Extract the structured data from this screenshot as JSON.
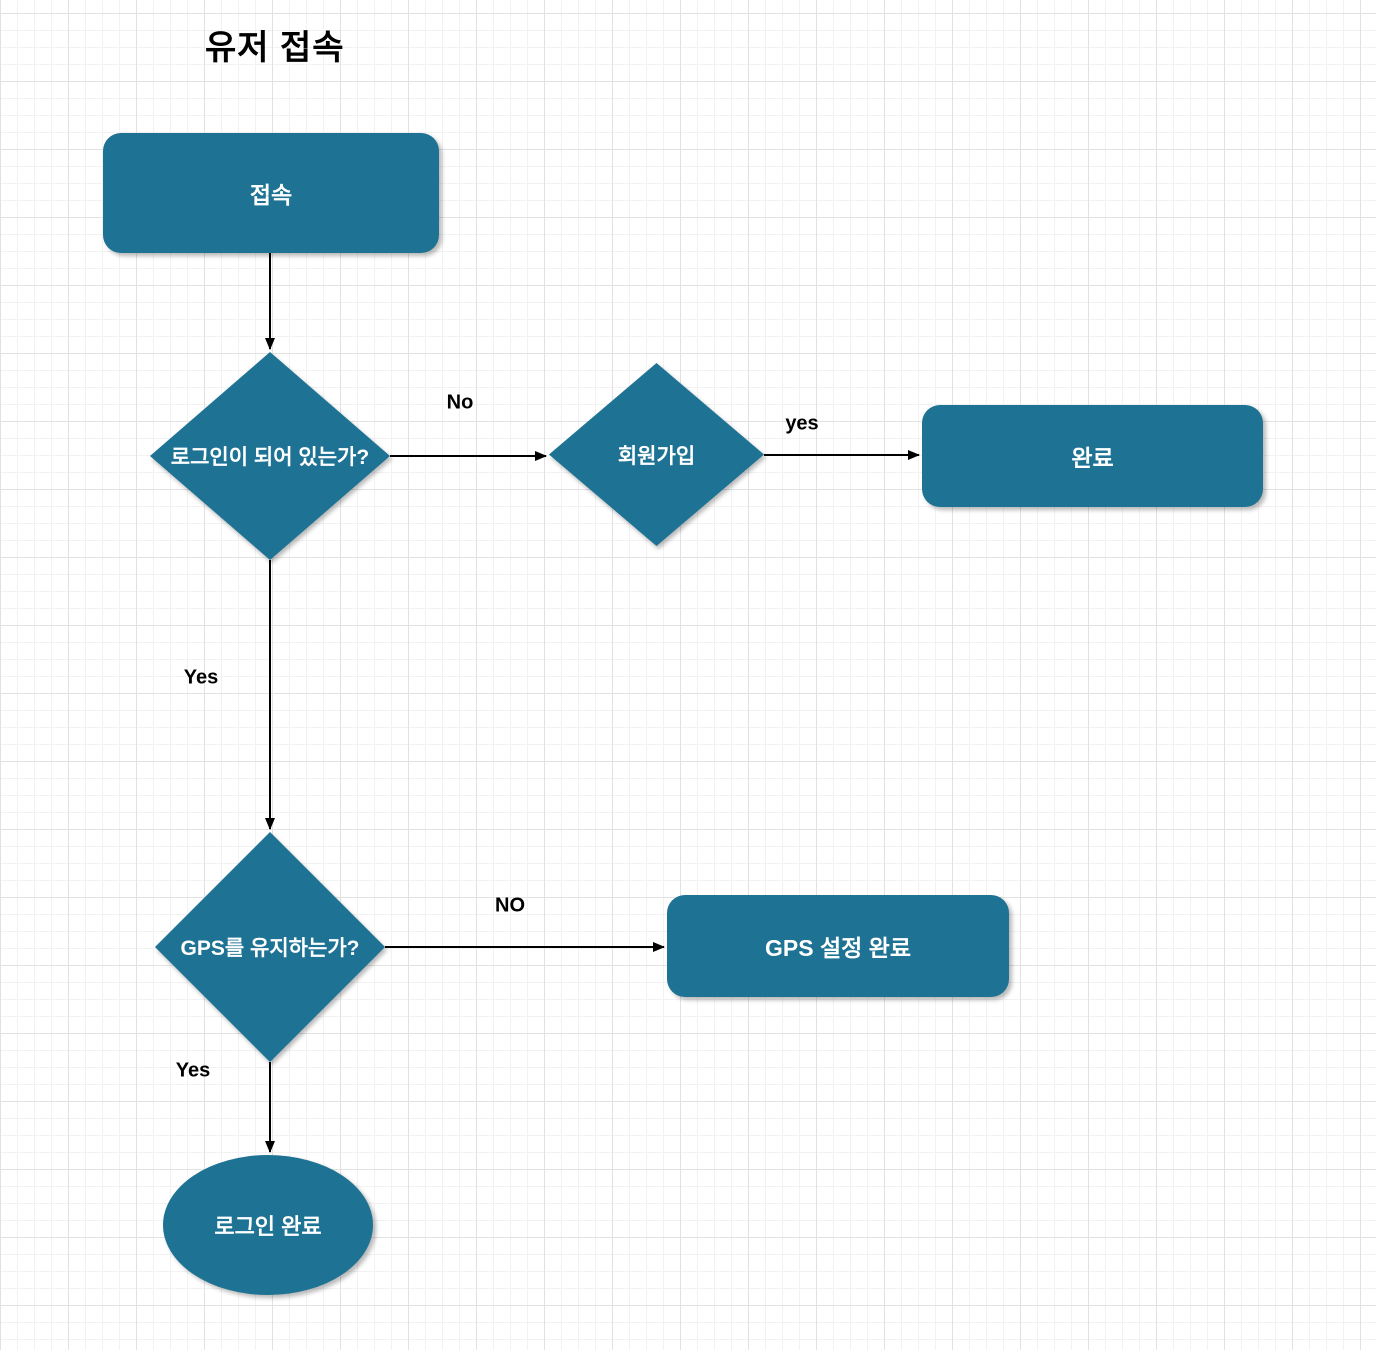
{
  "title": "유저 접속",
  "colors": {
    "shape-fill": "#1e7293",
    "shape-text": "#ffffff",
    "edge-color": "#000000",
    "label-color": "#000000",
    "canvas-bg": "#ffffff",
    "grid-minor": "#f2f2f2",
    "grid-major": "#e2e2e2"
  },
  "nodes": {
    "connect": {
      "label": "접속",
      "type": "process"
    },
    "login_check": {
      "label": "로그인이 되어 있는가?",
      "type": "decision"
    },
    "signup": {
      "label": "회원가입",
      "type": "decision"
    },
    "done": {
      "label": "완료",
      "type": "process"
    },
    "gps_check": {
      "label": "GPS를 유지하는가?",
      "type": "decision"
    },
    "gps_done": {
      "label": "GPS 설정 완료",
      "type": "process"
    },
    "login_done": {
      "label": "로그인 완료",
      "type": "terminator"
    }
  },
  "edges": {
    "connect_to_login_check": {
      "label": ""
    },
    "login_no": {
      "label": "No"
    },
    "signup_yes": {
      "label": "yes"
    },
    "login_yes": {
      "label": "Yes"
    },
    "gps_no": {
      "label": "NO"
    },
    "gps_yes": {
      "label": "Yes"
    }
  }
}
